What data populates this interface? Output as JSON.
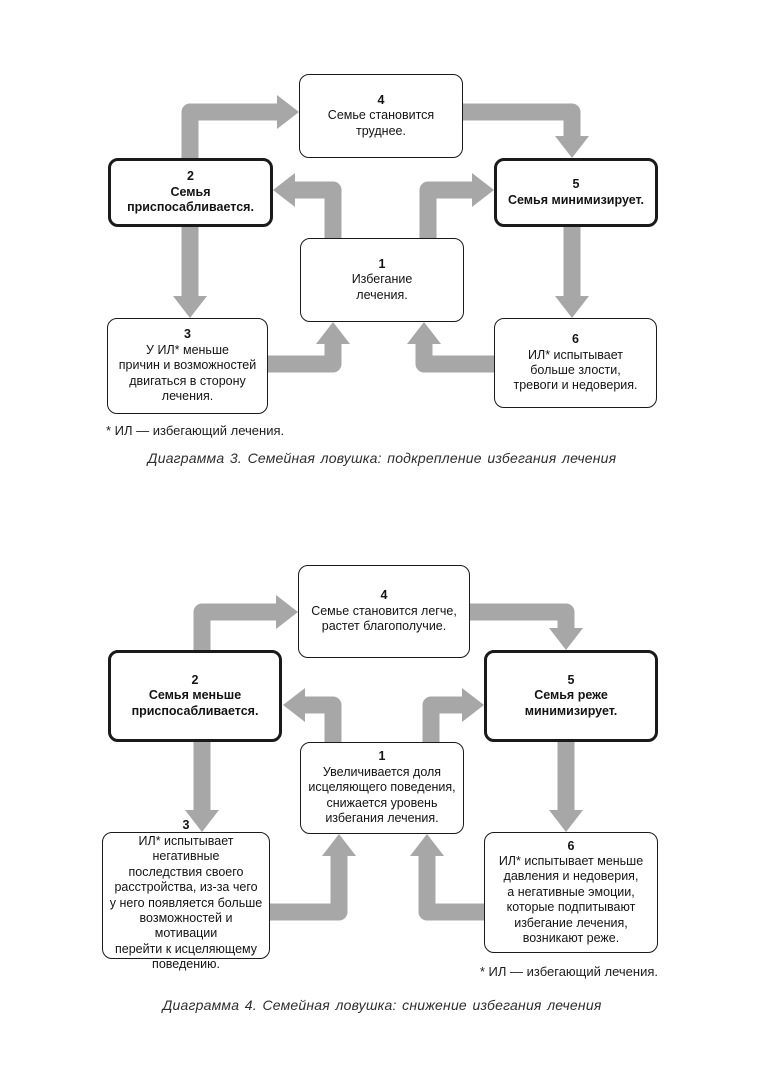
{
  "colors": {
    "arrow": "#a7a7a7",
    "border": "#1a1a1a",
    "box_fill": "#ffffff",
    "text": "#141414",
    "page_bg": "#ffffff"
  },
  "diagrams": [
    {
      "number": "3",
      "caption": "Диаграмма 3. Семейная ловушка: подкрепление избегания лечения",
      "footnote": "* ИЛ — избегающий лечения.",
      "flows": [
        "2→4",
        "4→5",
        "1→2",
        "1→5",
        "2→3",
        "5→6",
        "3→1",
        "6→1"
      ],
      "boxes": {
        "b1": {
          "num": "1",
          "text": "Избегание\nлечения."
        },
        "b2": {
          "num": "2",
          "text": "Семья\nприспосабливается."
        },
        "b3": {
          "num": "3",
          "text": "У ИЛ* меньше\nпричин и возможностей\nдвигаться в сторону\nлечения."
        },
        "b4": {
          "num": "4",
          "text": "Семье становится\nтруднее."
        },
        "b5": {
          "num": "5",
          "text": "Семья минимизирует."
        },
        "b6": {
          "num": "6",
          "text": "ИЛ* испытывает\nбольше злости,\nтревоги и недоверия."
        }
      }
    },
    {
      "number": "4",
      "caption": "Диаграмма 4. Семейная ловушка: снижение избегания лечения",
      "footnote": "* ИЛ — избегающий лечения.",
      "flows": [
        "2→4",
        "4→5",
        "1→2",
        "1→5",
        "2→3",
        "5→6",
        "3→1",
        "6→1"
      ],
      "boxes": {
        "b1": {
          "num": "1",
          "text": "Увеличивается доля\nисцеляющего поведения,\nснижается уровень\nизбегания лечения."
        },
        "b2": {
          "num": "2",
          "text": "Семья меньше\nприспосабливается."
        },
        "b3": {
          "num": "3",
          "text": "ИЛ* испытывает негативные\nпоследствия своего\nрасстройства, из-за чего\nу него появляется больше\nвозможностей и мотивации\nперейти к исцеляющему\nповедению."
        },
        "b4": {
          "num": "4",
          "text": "Семье становится легче,\nрастет благополучие."
        },
        "b5": {
          "num": "5",
          "text": "Семья реже\nминимизирует."
        },
        "b6": {
          "num": "6",
          "text": "ИЛ* испытывает меньше\nдавления и недоверия,\nа негативные эмоции,\nкоторые подпитывают\nизбегание лечения,\nвозникают реже."
        }
      }
    }
  ]
}
